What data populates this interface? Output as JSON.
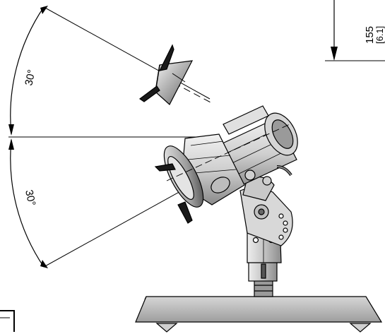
{
  "dimensions": {
    "angle_upper": "30°",
    "angle_lower": "30°",
    "height_value": "155",
    "height_value_secondary": "[6.1]"
  },
  "colors": {
    "line": "#000000",
    "metal_light": "#e6e6e6",
    "metal_mid": "#bdbdbd",
    "metal_dark": "#6e6e6e",
    "base_plate": "#c8c8c8"
  }
}
